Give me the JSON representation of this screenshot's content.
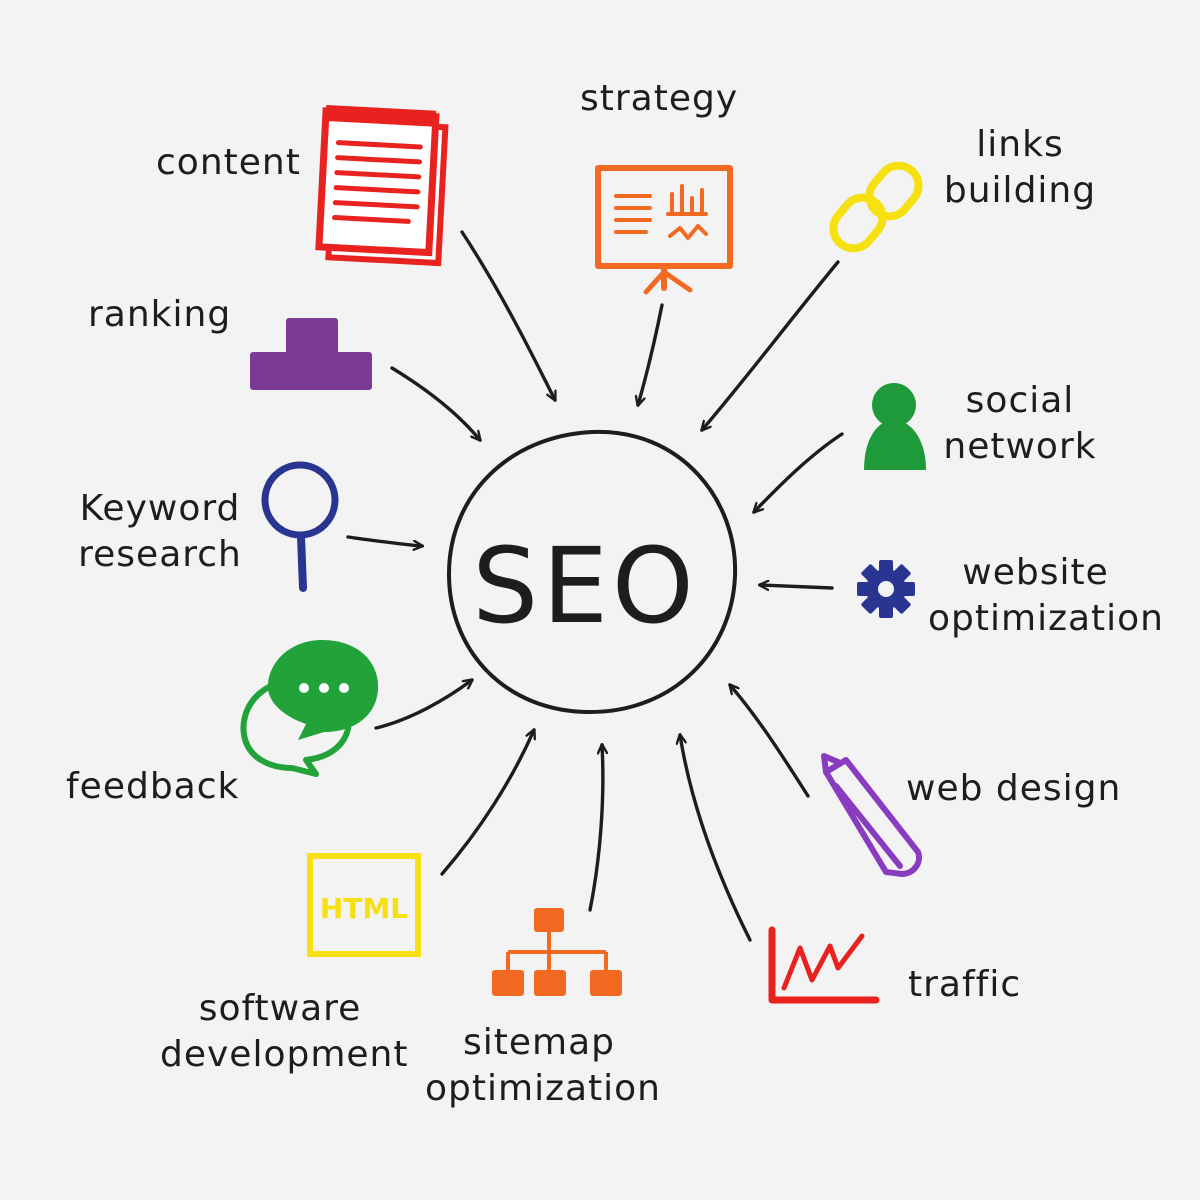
{
  "center": {
    "label": "SEO"
  },
  "nodes": {
    "content": {
      "lines": [
        "content"
      ],
      "color": "#e8221f",
      "icon": "notepad-icon"
    },
    "strategy": {
      "lines": [
        "strategy"
      ],
      "color": "#f26a21",
      "icon": "presentation-board-icon"
    },
    "links_building": {
      "lines": [
        "links",
        "building"
      ],
      "color": "#f6e011",
      "icon": "chain-link-icon"
    },
    "ranking": {
      "lines": [
        "ranking"
      ],
      "color": "#7b3a96",
      "icon": "podium-icon"
    },
    "social_network": {
      "lines": [
        "social",
        "network"
      ],
      "color": "#1f9a3a",
      "icon": "user-icon"
    },
    "keyword_research": {
      "lines": [
        "Keyword",
        "research"
      ],
      "color": "#2a3592",
      "icon": "magnifier-icon"
    },
    "website_optimization": {
      "lines": [
        "website",
        "optimization"
      ],
      "color": "#2a3592",
      "icon": "gear-icon"
    },
    "feedback": {
      "lines": [
        "feedback"
      ],
      "color": "#22a33a",
      "icon": "speech-bubbles-icon"
    },
    "web_design": {
      "lines": [
        "web design"
      ],
      "color": "#8a3cc0",
      "icon": "pencil-icon"
    },
    "software_development": {
      "lines": [
        "software",
        "development"
      ],
      "color": "#f6e011",
      "icon": "html-icon",
      "icon_text": "HTML"
    },
    "sitemap_optimization": {
      "lines": [
        "sitemap",
        "optimization"
      ],
      "color": "#f26a21",
      "icon": "sitemap-icon"
    },
    "traffic": {
      "lines": [
        "traffic"
      ],
      "color": "#e8221f",
      "icon": "chart-icon"
    }
  }
}
